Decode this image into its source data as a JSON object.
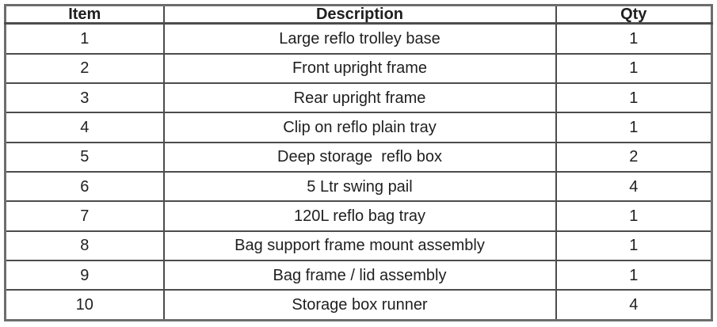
{
  "table": {
    "columns": [
      {
        "label": "Item"
      },
      {
        "label": "Description"
      },
      {
        "label": "Qty"
      }
    ],
    "rows": [
      {
        "item": "1",
        "description": "Large reflo trolley base",
        "qty": "1"
      },
      {
        "item": "2",
        "description": "Front upright frame",
        "qty": "1"
      },
      {
        "item": "3",
        "description": "Rear upright frame",
        "qty": "1"
      },
      {
        "item": "4",
        "description": "Clip on reflo plain tray",
        "qty": "1"
      },
      {
        "item": "5",
        "description": "Deep storage  reflo box",
        "qty": "2"
      },
      {
        "item": "6",
        "description": "5 Ltr swing pail",
        "qty": "4"
      },
      {
        "item": "7",
        "description": "120L reflo bag tray",
        "qty": "1"
      },
      {
        "item": "8",
        "description": "Bag support frame mount assembly",
        "qty": "1"
      },
      {
        "item": "9",
        "description": "Bag frame / lid assembly",
        "qty": "1"
      },
      {
        "item": "10",
        "description": "Storage box runner",
        "qty": "4"
      }
    ],
    "colors": {
      "outer_border": "#6d6d6d",
      "inner_border": "#4c4c4c",
      "text": "#1f1f1f",
      "background": "#ffffff"
    }
  }
}
